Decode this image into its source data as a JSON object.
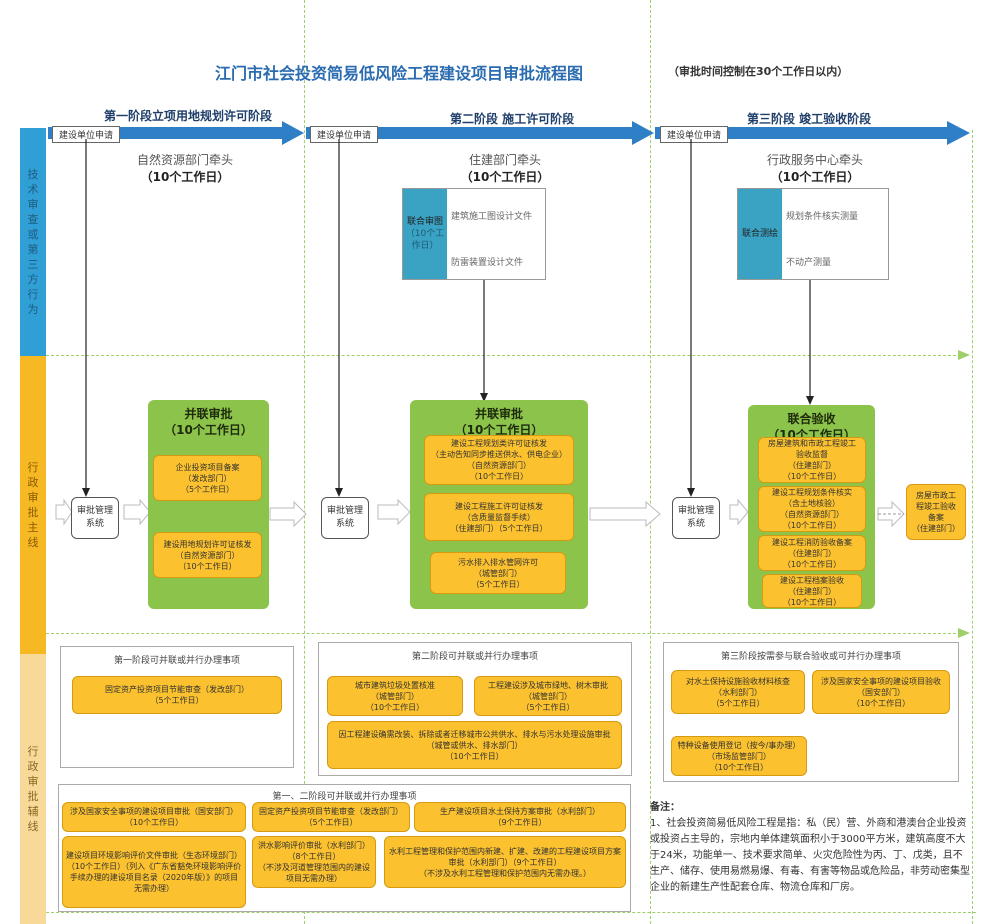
{
  "title": "江门市社会投资简易低风险工程建设项目审批流程图",
  "subtitle": "（审批时间控制在30个工作日以内）",
  "bands": {
    "tech": "技术审查或第三方行为",
    "main": "行政审批主线",
    "aux": "行政审批辅线"
  },
  "colors": {
    "tech_band": "#2f9fd6",
    "main_band": "#f6b923",
    "aux_band": "#f9d99a",
    "green_box": "#8cc34a",
    "yellow_box": "#fbc12e",
    "arrow_blue": "#2f7fc6",
    "dashed_green": "#9fcf6a"
  },
  "phases": [
    {
      "title": "第一阶段立项用地规划许可阶段",
      "applicant": "建设单位申请",
      "lead_dept": "自然资源部门牵头",
      "lead_days": "（10个工作日）",
      "system": "审批管理系统",
      "main": {
        "title_line1": "并联审批",
        "title_line2": "（10个工作日）",
        "items": [
          {
            "line1": "企业投资项目备案",
            "line2": "（发改部门）",
            "line3": "（5个工作日）"
          },
          {
            "line1": "建设用地规划许可证核发",
            "line2": "（自然资源部门）",
            "line3": "（10个工作日）"
          }
        ]
      },
      "aux": {
        "title": "第一阶段可并联或并行办理事项",
        "items": [
          {
            "line1": "固定资产投资项目节能审查（发改部门）",
            "line2": "（5个工作日）"
          }
        ]
      }
    },
    {
      "title": "第二阶段  施工许可阶段",
      "applicant": "建设单位申请",
      "lead_dept": "住建部门牵头",
      "lead_days": "（10个工作日）",
      "joint": {
        "label_line1": "联合审图",
        "label_line2": "（10个工",
        "label_line3": "作日）",
        "item1": "建筑施工图设计文件",
        "item2": "防雷装置设计文件"
      },
      "system": "审批管理系统",
      "main": {
        "title_line1": "并联审批",
        "title_line2": "（10个工作日）",
        "items": [
          {
            "line1": "建设工程规划类许可证核发",
            "line2": "（主动告知同步推送供水、供电企业）",
            "line3": "（自然资源部门）",
            "line4": "（10个工作日）"
          },
          {
            "line1": "建设工程施工许可证核发",
            "line2": "（含质量监督手续）",
            "line3": "（住建部门）（5个工作日）"
          },
          {
            "line1": "污水排入排水管网许可",
            "line2": "（城管部门）",
            "line3": "（5个工作日）"
          }
        ]
      },
      "aux": {
        "title": "第二阶段可并联或并行办理事项",
        "items": [
          {
            "line1": "城市建筑垃圾处置核准",
            "line2": "（城管部门）",
            "line3": "（10个工作日）"
          },
          {
            "line1": "工程建设涉及城市绿地、树木审批",
            "line2": "（城管部门）",
            "line3": "（5个工作日）"
          },
          {
            "line1": "因工程建设确需改装、拆除或者迁移城市公共供水、排水与污水处理设施审批",
            "line2": "（城管或供水、排水部门）",
            "line3": "（10个工作日）"
          }
        ]
      }
    },
    {
      "title": "第三阶段  竣工验收阶段",
      "applicant": "建设单位申请",
      "lead_dept": "行政服务中心牵头",
      "lead_days": "（10个工作日）",
      "joint": {
        "label_line1": "联合测绘",
        "item1": "规划条件核实测量",
        "item2": "不动产测量"
      },
      "system": "审批管理系统",
      "main": {
        "title_line1": "联合验收",
        "title_line2": "（10个工作日）",
        "items": [
          {
            "line1": "房屋建筑和市政工程竣工",
            "line2": "验收监督",
            "line3": "（住建部门）",
            "line4": "（10个工作日）"
          },
          {
            "line1": "建设工程规划条件核实",
            "line2": "（含土地核验）",
            "line3": "（自然资源部门）",
            "line4": "（10个工作日）"
          },
          {
            "line1": "建设工程消防验收备案",
            "line2": "（住建部门）",
            "line3": "（10个工作日）"
          },
          {
            "line1": "建设工程档案验收",
            "line2": "（住建部门）",
            "line3": "（10个工作日）"
          }
        ]
      },
      "side_box": {
        "line1": "房屋市政工",
        "line2": "程竣工验收",
        "line3": "备案",
        "line4": "（住建部门）"
      },
      "aux": {
        "title": "第三阶段按需参与联合验收或可并行办理事项",
        "items": [
          {
            "line1": "对水土保持设施验收材料核查",
            "line2": "（水利部门）",
            "line3": "（5个工作日）"
          },
          {
            "line1": "涉及国家安全事项的建设项目验收",
            "line2": "（国安部门）",
            "line3": "（10个工作日）"
          },
          {
            "line1": "特种设备使用登记（按今/事办理）",
            "line2": "（市场监管部门）",
            "line3": "（10个工作日）"
          }
        ]
      }
    }
  ],
  "shared_aux": {
    "title": "第一、二阶段可并联或并行办理事项",
    "items": [
      {
        "line1": "涉及国家安全事项的建设项目审批（国安部门）",
        "line2": "（10个工作日）"
      },
      {
        "line1": "固定资产投资项目节能审查（发改部门）",
        "line2": "（5个工作日）"
      },
      {
        "line1": "生产建设项目水土保持方案审批（水利部门）",
        "line2": "（9个工作日）"
      },
      {
        "line1": "建设项目环境影响评价文件审批（生态环境部门）（10个工作日）（列入《广东省豁免环境影响评价手续办理的建设项目名录（2020年版）》的项目无需办理）"
      },
      {
        "line1": "洪水影响评价审批（水利部门）",
        "line2": "（8个工作日）",
        "line3": "（不涉及河道管理范围内的建设项目无需办理）"
      },
      {
        "line1": "水利工程管理和保护范围内新建、扩建、改建的工程建设项目方案审批（水利部门）（9个工作日）",
        "line2": "（不涉及水利工程管理和保护范围内无需办理。）"
      }
    ]
  },
  "notes": {
    "heading": "备注：",
    "text": "1、社会投资简易低风险工程是指：私（民）营、外商和港澳台企业投资或投资占主导的，宗地内单体建筑面积小于3000平方米，建筑高度不大于24米，功能单一、技术要求简单、火灾危险性为丙、丁、戊类，且不生产、储存、使用易燃易爆、有毒、有害等物品或危险品，非劳动密集型企业的新建生产性配套仓库、物流仓库和厂房。"
  }
}
